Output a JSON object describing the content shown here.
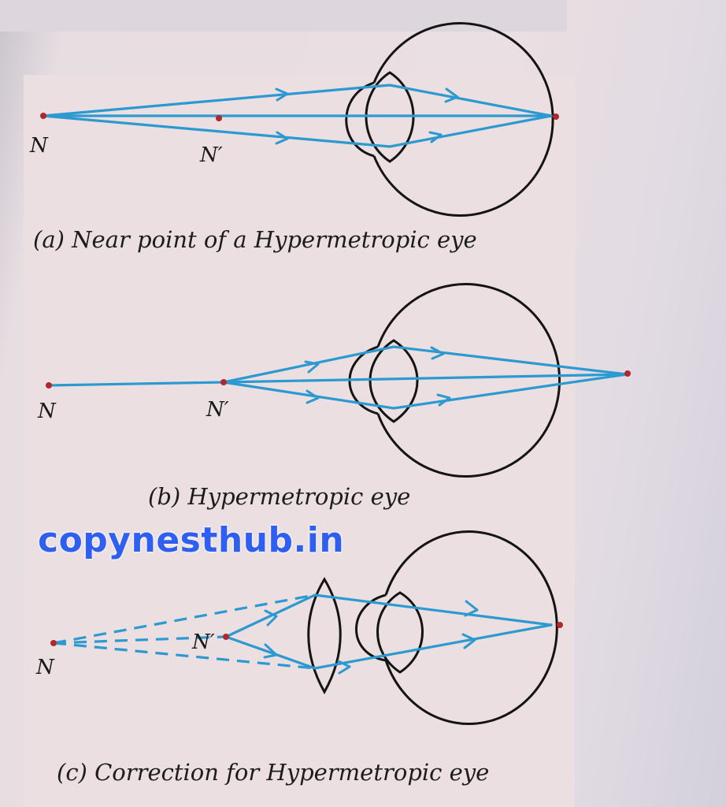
{
  "figure_a": {
    "caption": "(a) Near point of a Hypermetropic eye",
    "labels": {
      "n": "N",
      "n_prime": "N′"
    }
  },
  "figure_b": {
    "caption": "(b) Hypermetropic eye",
    "labels": {
      "n": "N",
      "n_prime": "N′"
    }
  },
  "figure_c": {
    "caption": "(c) Correction for Hypermetropic eye",
    "labels": {
      "n": "N",
      "n_prime": "N′"
    }
  },
  "watermark": {
    "text": "copynesthub.in"
  },
  "colors": {
    "ray": "#2c9ad0",
    "outline": "#141414",
    "point": "#b0272c",
    "watermark": "#2f5ff0"
  }
}
